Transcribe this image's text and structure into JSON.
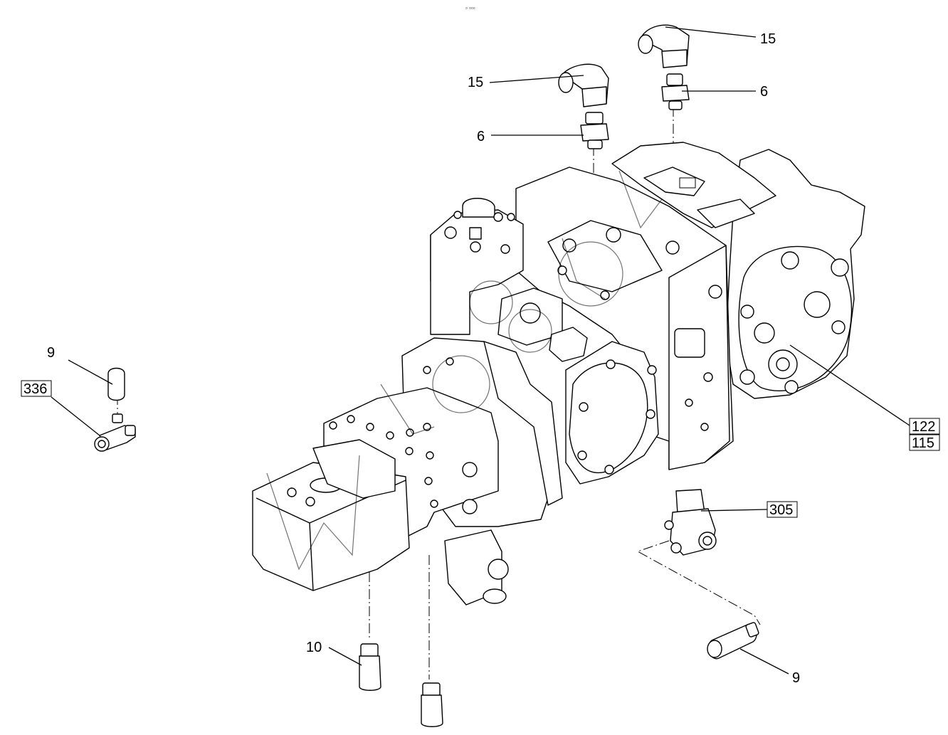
{
  "diagram": {
    "header_mark": "▫ ▫▫▫",
    "callouts": {
      "c15_top_right": "15",
      "c15_left": "15",
      "c6_right": "6",
      "c6_left": "6",
      "c9_left": "9",
      "c336": "336",
      "c122": "122",
      "c115": "115",
      "c305": "305",
      "c10": "10",
      "c9_bottom_right": "9"
    }
  }
}
